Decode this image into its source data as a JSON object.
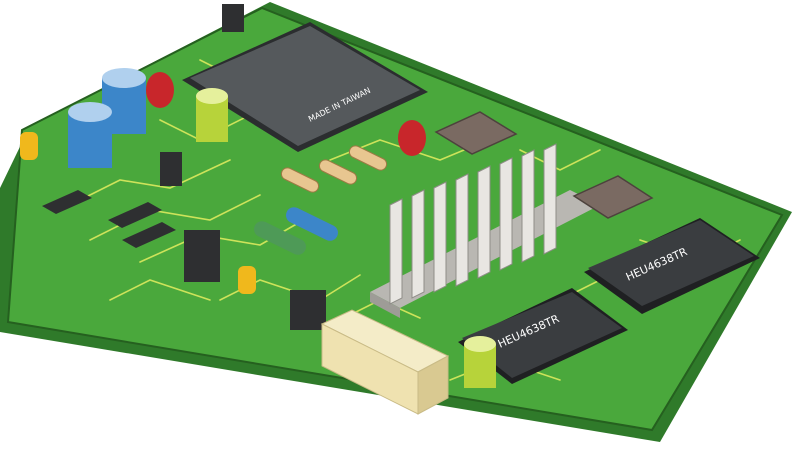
{
  "chips": {
    "cpu_label": "MADE IN TAIWAN",
    "ic_right_label": "HEU4638TR",
    "ic_bottom_label": "HEU4638TR"
  },
  "colors": {
    "board": "#4aa83c",
    "board_edge": "#2f7a2a",
    "trace": "#cde35a",
    "cpu": "#55595c",
    "ic": "#3a3d40",
    "capacitor_blue": "#3c86c9",
    "capacitor_green": "#b7d33a",
    "capacitor_red": "#c8262b",
    "heatsink": "#e8e6e2",
    "led": "#f0b81c",
    "connector": "#f4ecc8"
  }
}
